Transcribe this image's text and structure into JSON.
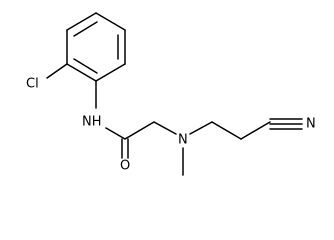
{
  "molecule": {
    "atoms": {
      "chlorine": "Cl",
      "amide_nitrogen": "NH",
      "carbonyl_oxygen": "O",
      "amine_nitrogen": "N",
      "nitrile_nitrogen": "N"
    }
  },
  "colors": {
    "bond": "#000000",
    "text": "#000000",
    "background": "#ffffff"
  }
}
